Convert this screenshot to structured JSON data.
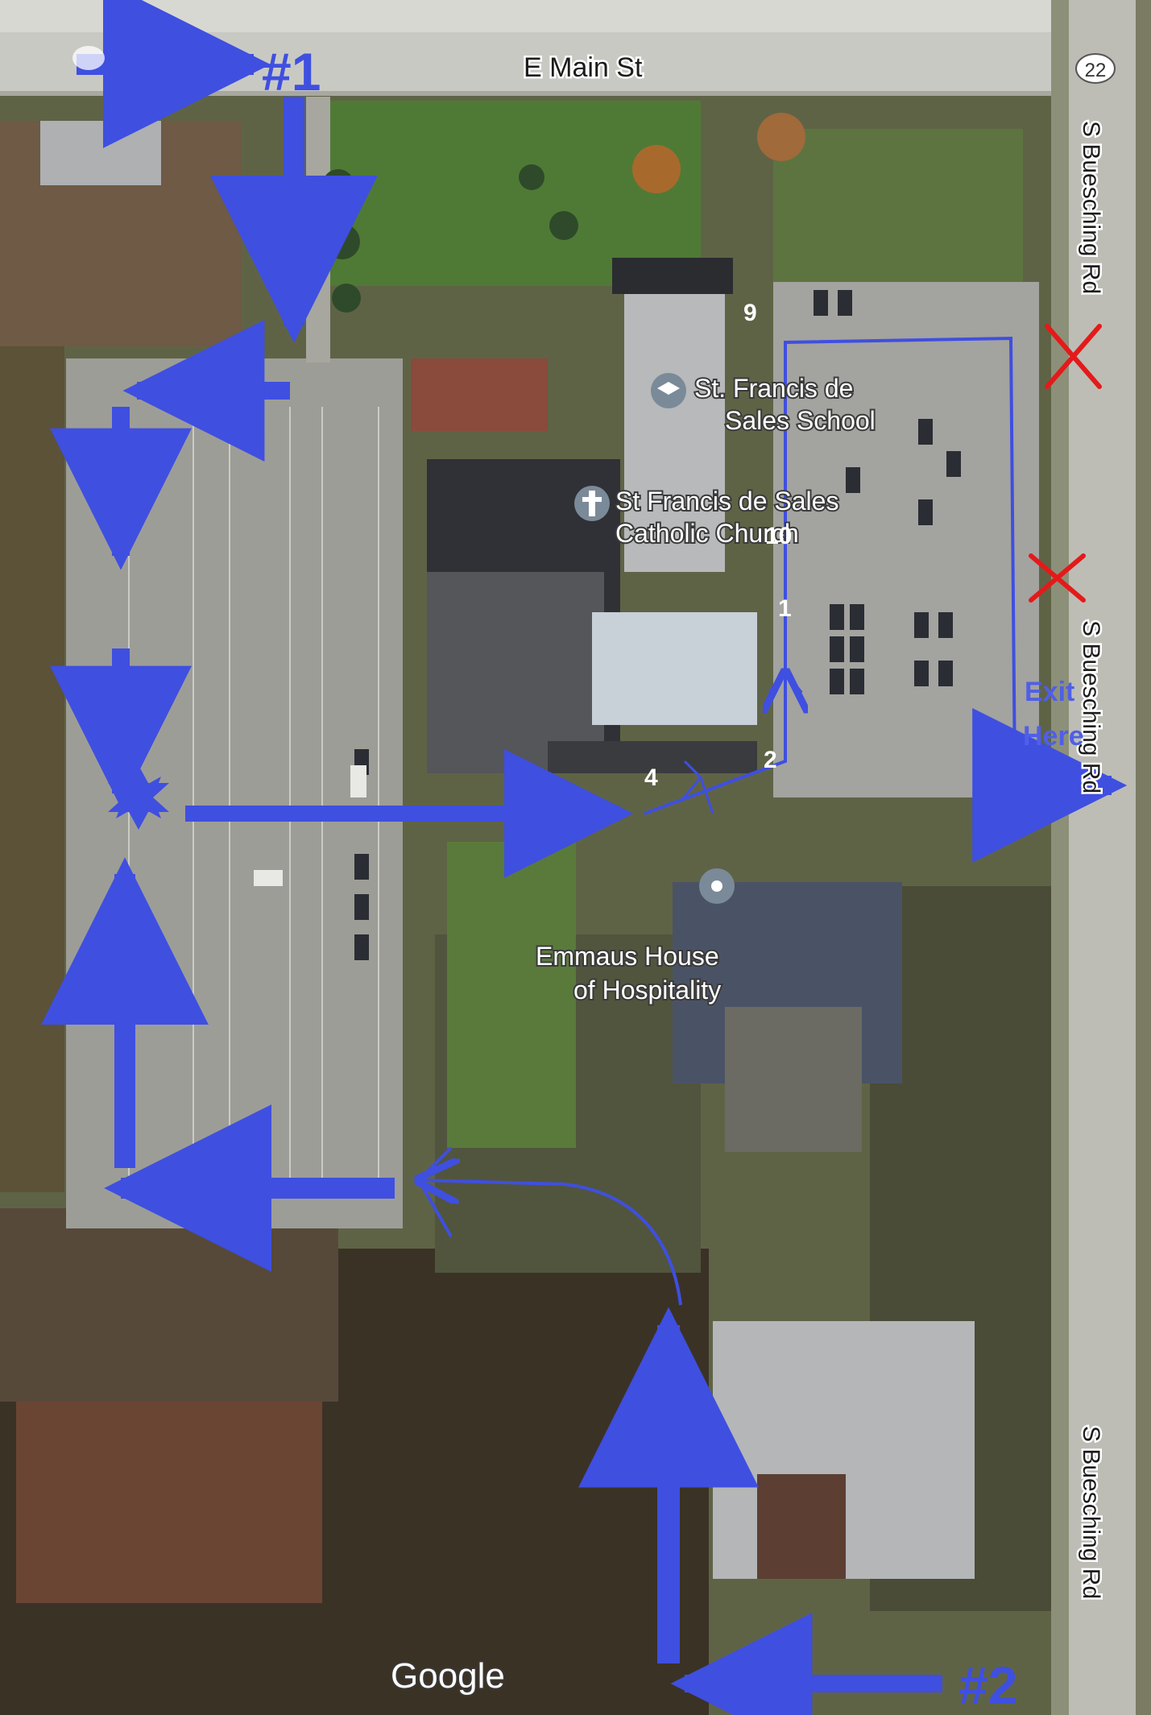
{
  "map": {
    "roads": {
      "main": "E Main St",
      "route_badge": "22",
      "side_1": "S Buesching Rd",
      "side_2": "S Buesching Rd",
      "side_3": "S Buesching Rd"
    },
    "places": {
      "school": [
        "St. Francis de",
        "Sales School"
      ],
      "church": [
        "St Francis de Sales",
        "Catholic Church"
      ],
      "emmaus": [
        "Emmaus House",
        "of Hospitality"
      ]
    },
    "annotations": {
      "entrance_1": "#1",
      "entrance_2": "#2",
      "exit": [
        "Exit",
        "Here"
      ],
      "door_numbers": [
        "9",
        "10",
        "1",
        "2",
        "4"
      ]
    },
    "attribution": "Google",
    "colors": {
      "route_blue": "#3f4fe0",
      "no_entry_red": "#e41a1a",
      "label_white": "#ffffff",
      "exit_text": "#4f5fe8"
    }
  }
}
